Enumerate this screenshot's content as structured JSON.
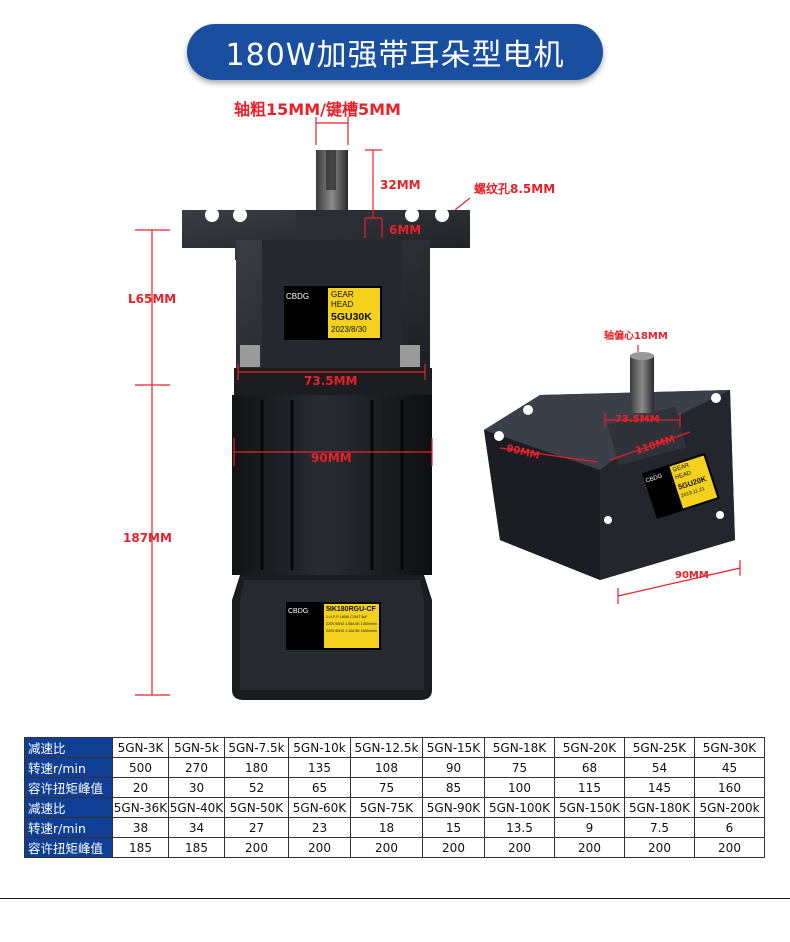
{
  "title": "180W加强带耳朵型电机",
  "dimensions": {
    "shaft": "轴粗15MM/键槽5MM",
    "shaft_length": "32MM",
    "key_width": "6MM",
    "thread_hole": "螺纹孔8.5MM",
    "gearbox_length": "L65MM",
    "mount_width": "73.5MM",
    "body_width": "90MM",
    "motor_length": "187MM",
    "eccentric": "轴偏心18MM",
    "side_a": "73.5MM",
    "side_b": "110MM",
    "side_c": "90MM",
    "side_d": "90MM"
  },
  "gear_plate": {
    "brand": "CBDG",
    "line1": "GEAR   HEAD",
    "model": "5GU30K",
    "date": "2023/8/30"
  },
  "gear_plate_right": {
    "brand": "CBDG",
    "line1": "GEAR   HEAD",
    "model": "5GU20K",
    "date": "2019.11.21"
  },
  "motor_plate": {
    "brand": "CBDG",
    "model": "5IK180RGU-CF",
    "line1": "1-H-F-P 180W CONT 5μF",
    "line2": "220V 50HZ 1.05A 5K 1350r/min",
    "line3": "220V 60HZ 1.10A 5K 1600r/min"
  },
  "table": {
    "rows": [
      [
        "减速比",
        "5GN-3K",
        "5GN-5k",
        "5GN-7.5k",
        "5GN-10k",
        "5GN-12.5k",
        "5GN-15K",
        "5GN-18K",
        "5GN-20K",
        "5GN-25K",
        "5GN-30K"
      ],
      [
        "转速r/min",
        "500",
        "270",
        "180",
        "135",
        "108",
        "90",
        "75",
        "68",
        "54",
        "45"
      ],
      [
        "容许扭矩峰值",
        "20",
        "30",
        "52",
        "65",
        "75",
        "85",
        "100",
        "115",
        "145",
        "160"
      ],
      [
        "减速比",
        "5GN-36K",
        "5GN-40K",
        "5GN-50K",
        "5GN-60K",
        "5GN-75K",
        "5GN-90K",
        "5GN-100K",
        "5GN-150K",
        "5GN-180K",
        "5GN-200k"
      ],
      [
        "转速r/min",
        "38",
        "34",
        "27",
        "23",
        "18",
        "15",
        "13.5",
        "9",
        "7.5",
        "6"
      ],
      [
        "容许扭矩峰值",
        "185",
        "185",
        "200",
        "200",
        "200",
        "200",
        "200",
        "200",
        "200",
        "200"
      ]
    ]
  },
  "colors": {
    "title_bg": "#1a4fa0",
    "dim_red": "#e8222a",
    "table_head": "#0f3f95",
    "plate_yellow": "#f3d11c"
  }
}
